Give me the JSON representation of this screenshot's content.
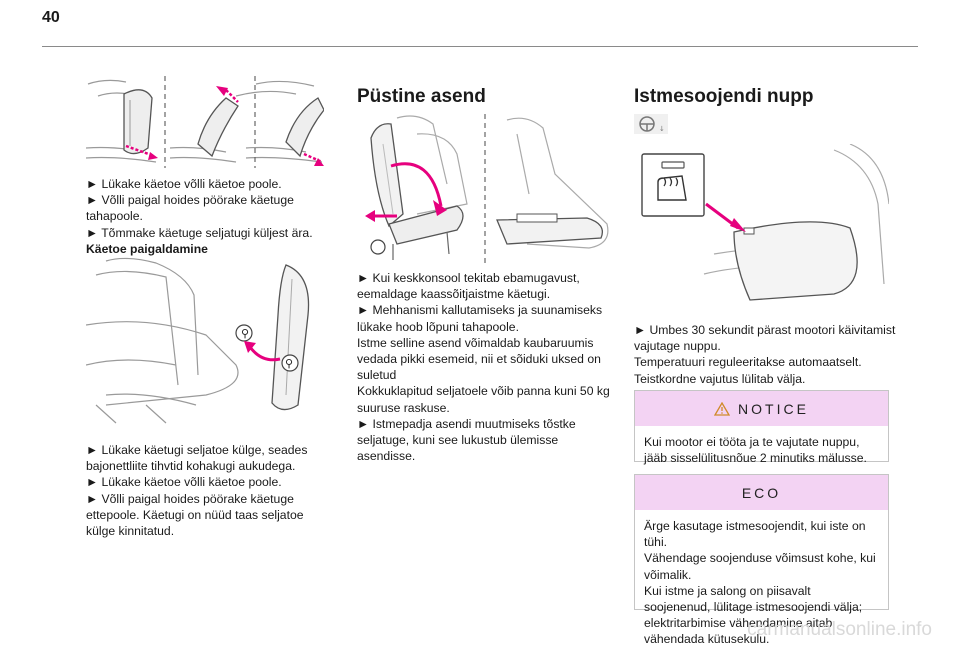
{
  "page": {
    "number": "40",
    "watermark": "carmanualsonline.info"
  },
  "col1": {
    "block1": [
      "► Lükake käetoe võlli käetoe poole.",
      "► Võlli paigal hoides pöörake käetuge tahapoole.",
      "► Tõmmake käetuge seljatugi küljest ära."
    ],
    "subheading": "Käetoe paigaldamine",
    "block2": [
      "► Lükake käetugi seljatoe külge, seades bajonettliite tihvtid kohakugi aukudega.",
      "► Lükake käetoe võlli käetoe poole.",
      "► Võlli paigal hoides pöörake käetuge ettepoole. Käetugi on nüüd taas seljatoe külge kinnitatud."
    ]
  },
  "col2": {
    "heading": "Püstine asend",
    "lines": [
      "► Kui keskkonsool tekitab ebamugavust, eemaldage kaassõitjaistme käetugi.",
      "► Mehhanismi kallutamiseks ja suunamiseks lükake hoob lõpuni tahapoole.",
      "Istme selline asend võimaldab kaubaruumis vedada pikki esemeid, nii et sõiduki uksed on suletud",
      "Kokkuklapitud seljatoele võib panna kuni 50 kg suuruse raskuse.",
      "► Istmepadja asendi muutmiseks tõstke seljatuge, kuni see lukustub ülemisse asendisse."
    ]
  },
  "col3": {
    "heading": "Istmesoojendi nupp",
    "lines": [
      "► Umbes 30 sekundit pärast mootori käivitamist vajutage nuppu.",
      "Temperatuuri reguleeritakse automaatselt.",
      "Teistkordne vajutus lülitab välja."
    ],
    "notice": {
      "title": "NOTICE",
      "text": "Kui mootor ei tööta ja te vajutate nuppu, jääb sisselülitusnõue 2 minutiks mälusse."
    },
    "eco": {
      "title": "ECO",
      "lines": [
        "Ärge kasutage istmesoojendit, kui iste on tühi.",
        "Vähendage soojenduse võimsust kohe, kui võimalik.",
        "Kui istme ja salong on piisavalt soojenenud, lülitage istmesoojendi välja; elektritarbimise vähendamine aitab vähendada kütusekulu."
      ]
    }
  },
  "colors": {
    "accent": "#e6007e",
    "notice_bg": "#f3d3f3",
    "line_art": "#9a9a9a"
  }
}
